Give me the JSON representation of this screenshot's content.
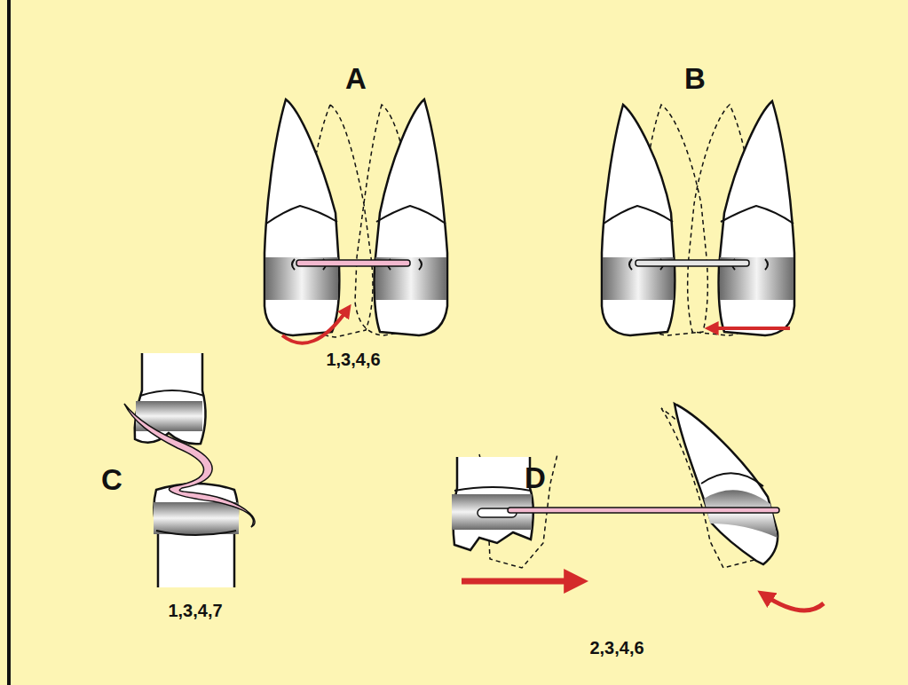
{
  "diagram": {
    "labels": [
      "A",
      "B",
      "1,3,4,6",
      "C",
      "D",
      "1,3,4,7",
      "2,3,4,6"
    ]
  }
}
